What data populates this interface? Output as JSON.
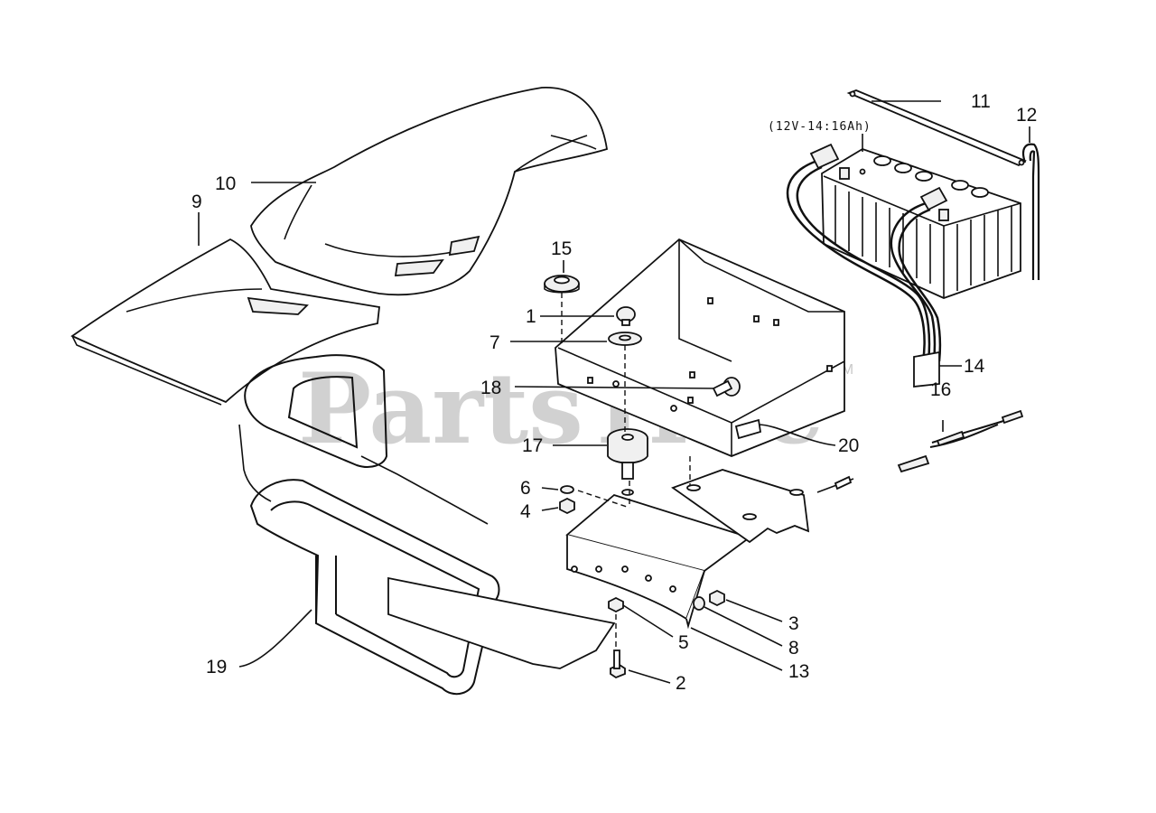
{
  "diagram": {
    "battery_spec": "(12V-14:16Ah)",
    "watermark": "PartsTree",
    "trademark": "TM",
    "callouts": [
      {
        "id": "1",
        "text": "1"
      },
      {
        "id": "2",
        "text": "2"
      },
      {
        "id": "3",
        "text": "3"
      },
      {
        "id": "4",
        "text": "4"
      },
      {
        "id": "5",
        "text": "5"
      },
      {
        "id": "6",
        "text": "6"
      },
      {
        "id": "7",
        "text": "7"
      },
      {
        "id": "8",
        "text": "8"
      },
      {
        "id": "9",
        "text": "9"
      },
      {
        "id": "10",
        "text": "10"
      },
      {
        "id": "11",
        "text": "11"
      },
      {
        "id": "12",
        "text": "12"
      },
      {
        "id": "13",
        "text": "13"
      },
      {
        "id": "14",
        "text": "14"
      },
      {
        "id": "15",
        "text": "15"
      },
      {
        "id": "16",
        "text": "16"
      },
      {
        "id": "17",
        "text": "17"
      },
      {
        "id": "18",
        "text": "18"
      },
      {
        "id": "19",
        "text": "19"
      },
      {
        "id": "20",
        "text": "20"
      }
    ]
  }
}
